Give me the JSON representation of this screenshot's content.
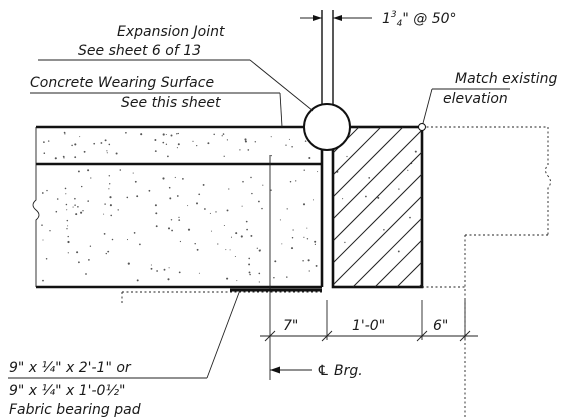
{
  "labels": {
    "expansion_joint": "Expansion Joint",
    "expansion_joint_ref": "See sheet 6 of 13",
    "joint_gap": "1",
    "joint_gap_frac_num": "3",
    "joint_gap_frac_den": "4",
    "joint_gap_tail": "\" @ 50°",
    "wearing_surface": "Concrete Wearing Surface",
    "wearing_surface_ref": "See this sheet",
    "match_existing": "Match existing",
    "match_existing_2": "elevation",
    "pad_line1": "9\" x ¼\" x 2'-1\" or",
    "pad_line2": "9\" x ¼\" x 1'-0½\"",
    "pad_line3": "Fabric bearing pad",
    "bearing": "℄ Brg."
  },
  "dimensions": {
    "left": "7\"",
    "middle": "1'-0\"",
    "right": "6\""
  }
}
